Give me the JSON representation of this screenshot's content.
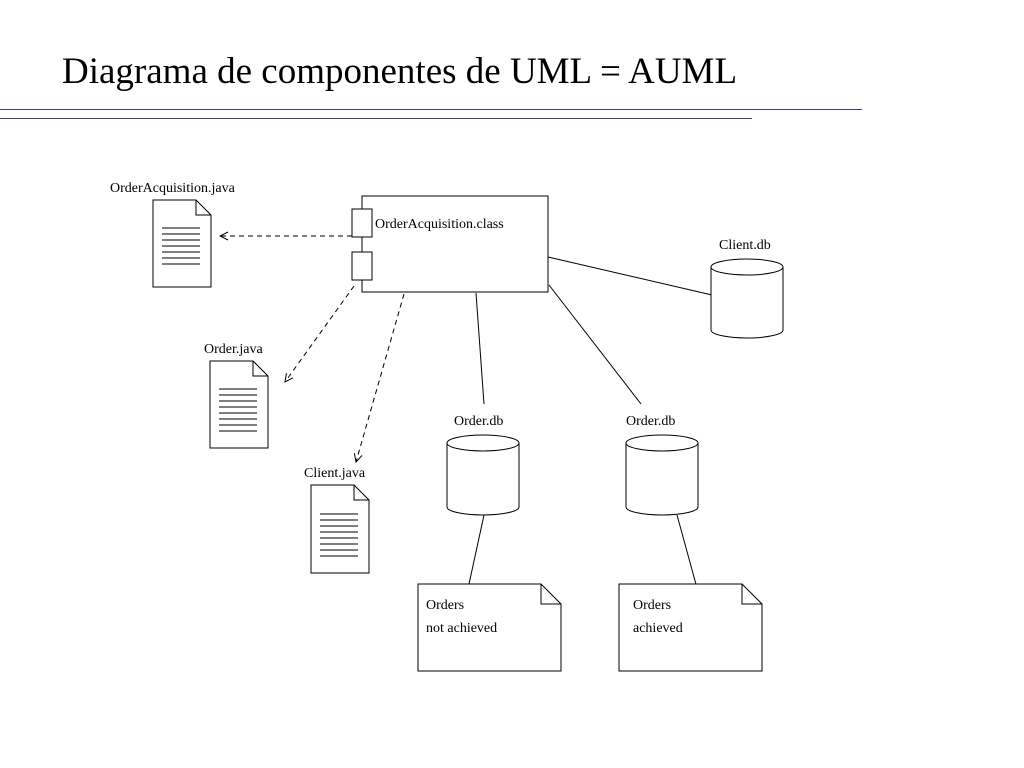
{
  "slide": {
    "title": "Diagrama de componentes de UML = AUML"
  },
  "diagram": {
    "component": {
      "label": "OrderAcquisition.class"
    },
    "files": [
      {
        "label": "OrderAcquisition.java"
      },
      {
        "label": "Order.java"
      },
      {
        "label": "Client.java"
      }
    ],
    "databases": [
      {
        "label": "Client.db"
      },
      {
        "label": "Order.db"
      },
      {
        "label": "Order.db"
      }
    ],
    "notes": [
      {
        "line1": "Orders",
        "line2": "not achieved"
      },
      {
        "line1": "Orders",
        "line2": "achieved"
      }
    ]
  }
}
